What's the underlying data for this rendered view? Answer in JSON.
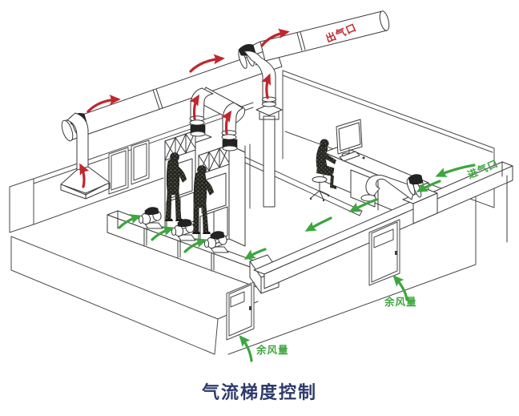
{
  "title": {
    "text": "气流梯度控制"
  },
  "labels": {
    "outlet": "出气口",
    "inlet": "进气口",
    "residual_left": "余风量",
    "residual_right": "余风量"
  },
  "colors": {
    "exhaust_red": "#c0262c",
    "supply_green": "#3da63e",
    "title_navy": "#2e3a6b",
    "line_dark": "#3f3f3f",
    "background": "#ffffff"
  }
}
